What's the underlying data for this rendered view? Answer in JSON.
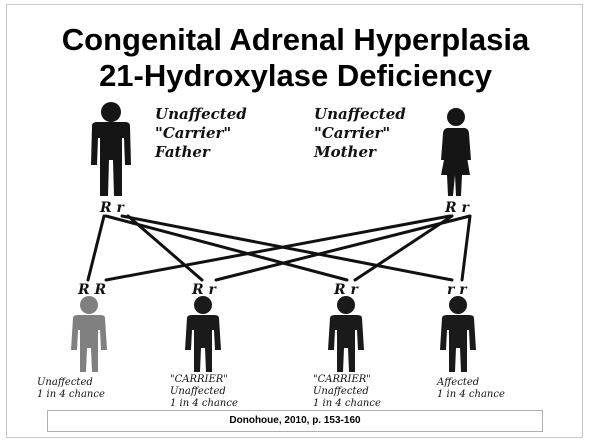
{
  "title": {
    "line1": "Congenital Adrenal Hyperplasia",
    "line2": "21-Hydroxylase Deficiency"
  },
  "parents": {
    "father": {
      "line1": "Unaffected",
      "line2": "\"Carrier\"",
      "line3": "Father",
      "genotype": "R r"
    },
    "mother": {
      "line1": "Unaffected",
      "line2": "\"Carrier\"",
      "line3": "Mother",
      "genotype": "R r"
    }
  },
  "children": [
    {
      "genotype": "R R",
      "line1": "Unaffected",
      "line2": "1 in 4 chance",
      "line3": "",
      "color": "#808080"
    },
    {
      "genotype": "R r",
      "line1": "\"CARRIER\"",
      "line2": "Unaffected",
      "line3": "1 in 4 chance",
      "color": "#1a1a1a"
    },
    {
      "genotype": "R r",
      "line1": "\"CARRIER\"",
      "line2": "Unaffected",
      "line3": "1 in 4 chance",
      "color": "#1a1a1a"
    },
    {
      "genotype": "r r",
      "line1": "Affected",
      "line2": "1 in 4 chance",
      "line3": "",
      "color": "#1a1a1a"
    }
  ],
  "citation": "Donohoue, 2010, p. 153-160"
}
